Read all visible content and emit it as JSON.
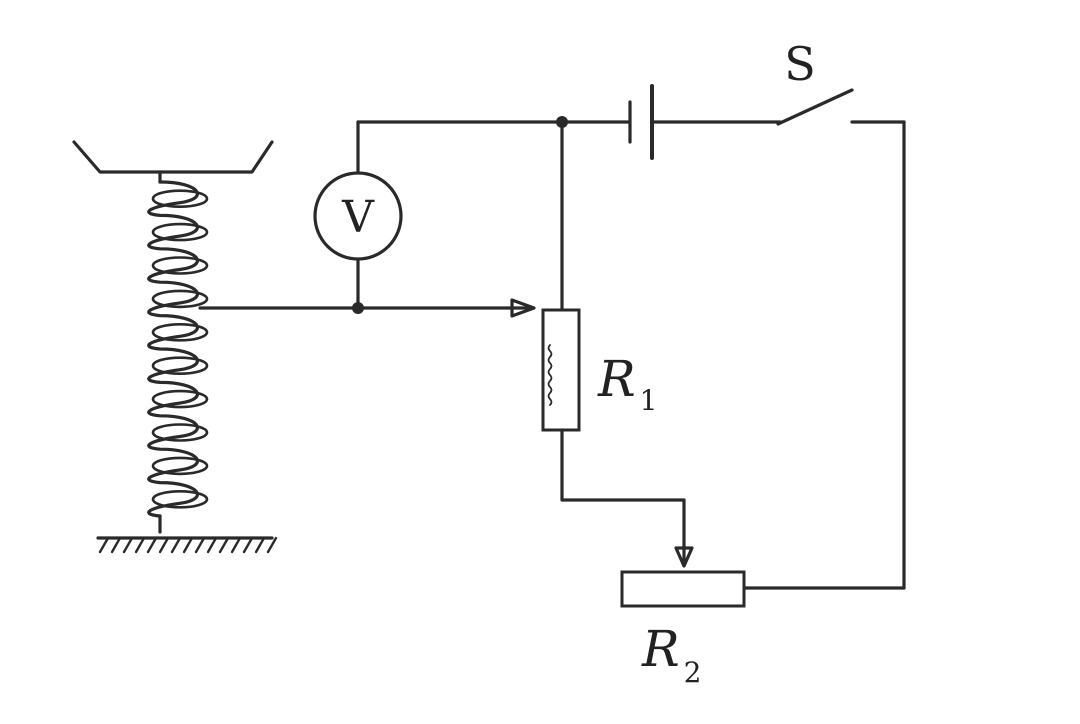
{
  "labels": {
    "switch": "S",
    "voltmeter": "V",
    "r1_letter": "R",
    "r1_sub": "1",
    "r2_letter": "R",
    "r2_sub": "2"
  },
  "colors": {
    "ink": "#2a2a2a",
    "background": "#ffffff"
  }
}
